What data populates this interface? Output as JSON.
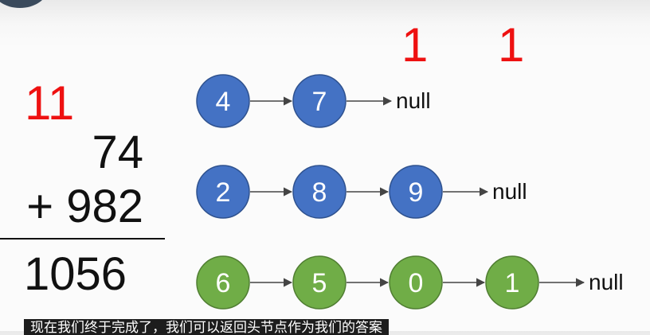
{
  "carry_top": [
    "1",
    "1"
  ],
  "carry_left": "11",
  "addend_1": "74",
  "addend_2": "+ 982",
  "result": "1056",
  "lists": [
    {
      "name": "list-a",
      "fill": "#4472c4",
      "stroke": "#2f528f",
      "nodes": [
        "4",
        "7"
      ],
      "terminator": "null"
    },
    {
      "name": "list-b",
      "fill": "#4472c4",
      "stroke": "#2f528f",
      "nodes": [
        "2",
        "8",
        "9"
      ],
      "terminator": "null"
    },
    {
      "name": "list-result",
      "fill": "#70ad47",
      "stroke": "#507e32",
      "nodes": [
        "6",
        "5",
        "0",
        "1"
      ],
      "terminator": "null"
    }
  ],
  "subtitle": "现在我们终于完成了，我们可以返回头节点作为我们的答案"
}
